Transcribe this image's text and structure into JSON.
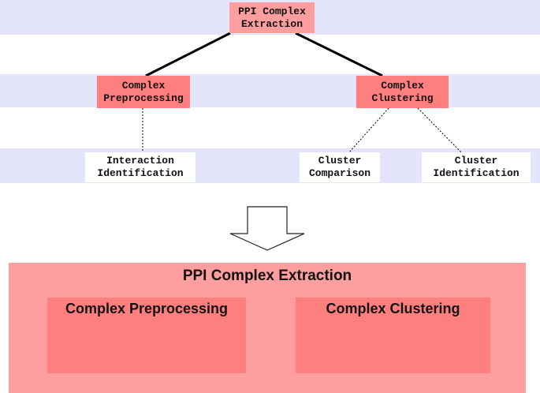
{
  "hierarchy": {
    "root": {
      "line1": "PPI Complex",
      "line2": "Extraction"
    },
    "preprocessing": {
      "line1": "Complex",
      "line2": "Preprocessing"
    },
    "clustering": {
      "line1": "Complex",
      "line2": "Clustering"
    },
    "interaction_identification": {
      "line1": "Interaction",
      "line2": "Identification"
    },
    "cluster_comparison": {
      "line1": "Cluster",
      "line2": "Comparison"
    },
    "cluster_identification": {
      "line1": "Cluster",
      "line2": "Identification"
    }
  },
  "module_view": {
    "title": "PPI Complex Extraction",
    "left_module": "Complex Preprocessing",
    "right_module": "Complex Clustering"
  },
  "colors": {
    "band": "#e4e4fa",
    "root_fill": "#ff9e9e",
    "mid_fill": "#ff7f7f",
    "leaf_fill": "#ffffff"
  }
}
